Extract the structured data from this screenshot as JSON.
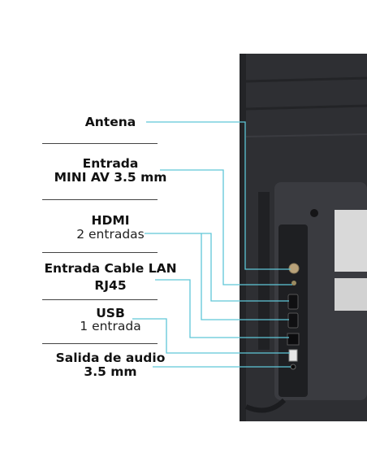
{
  "labels": {
    "antena": {
      "title": "Antena"
    },
    "mini_av": {
      "title_line1": "Entrada",
      "title_line2": "MINI AV 3.5 mm"
    },
    "hdmi": {
      "title": "HDMI",
      "subtitle": "2 entradas"
    },
    "lan": {
      "title_line1": "Entrada Cable LAN",
      "title_line2": "RJ45"
    },
    "usb": {
      "title": "USB",
      "subtitle": "1 entrada"
    },
    "audio": {
      "title_line1": "Salida de audio",
      "title_line2": "3.5 mm"
    }
  },
  "colors": {
    "leader_line": "#5fc6d8",
    "tv_body": "#2b2c2f",
    "tv_dark": "#1d1e21",
    "text": "#111111"
  },
  "product_image": {
    "depicts": "TV rear panel with connection ports",
    "icon": "tv-rear-panel-image"
  }
}
